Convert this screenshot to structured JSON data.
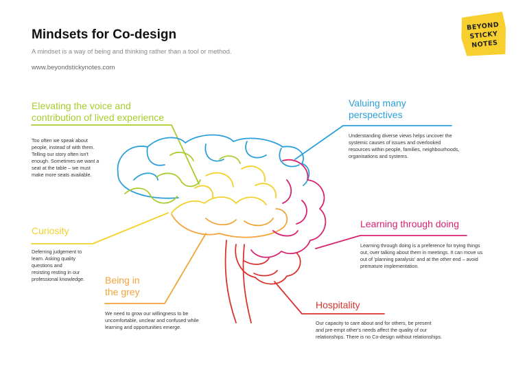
{
  "page": {
    "title": "Mindsets for Co-design",
    "subtitle": "A mindset is a way of being and thinking rather than a tool or method.",
    "url": "www.beyondstickynotes.com"
  },
  "logo": {
    "lines": [
      "BEYOND",
      "STICKY",
      "NOTES"
    ]
  },
  "colors": {
    "voice": "#a9cc2c",
    "perspectives": "#2b9fd9",
    "curiosity": "#f1d12a",
    "grey": "#f2a33a",
    "learning": "#d6226f",
    "hospitality": "#d9332f",
    "logo": "#f7cf2f"
  },
  "mindsets": [
    {
      "heading": [
        "Elevating the voice and",
        "contribution of lived experience"
      ],
      "body": [
        "Too often we speak about",
        "people, instead of with them.",
        "Telling our story often isn't",
        "enough. Sometimes we want a",
        "seat at the table – we must",
        "make more seats available."
      ]
    },
    {
      "heading": [
        "Valuing many",
        "perspectives"
      ],
      "body": [
        "Understanding diverse views helps uncover the",
        "systemic causes of issues and overlooked",
        "resources within people, families, neighbourhoods,",
        "organisations and systems."
      ]
    },
    {
      "heading": [
        "Curiosity"
      ],
      "body": [
        "Deferring judgement to",
        "learn. Asking quality",
        "questions and",
        "resisting resting in our",
        "professional knowledge."
      ]
    },
    {
      "heading": [
        "Learning through doing"
      ],
      "body": [
        "Learning through doing is a preference for trying things",
        "out, over talking about them in meetings. It can move us",
        "out of 'planning paralysis' and at the other end – avoid",
        "premature implementation."
      ]
    },
    {
      "heading": [
        "Being in",
        "the grey"
      ],
      "body": [
        "We need to grow our willingness to be",
        "uncomfortable, unclear and confused while",
        "learning and opportunities emerge."
      ]
    },
    {
      "heading": [
        "Hospitality"
      ],
      "body": [
        "Our capacity to care about and for others, be present",
        "and pre-empt other's needs affect the quality of our",
        "relationships. There is no Co-design without relationships."
      ]
    }
  ]
}
